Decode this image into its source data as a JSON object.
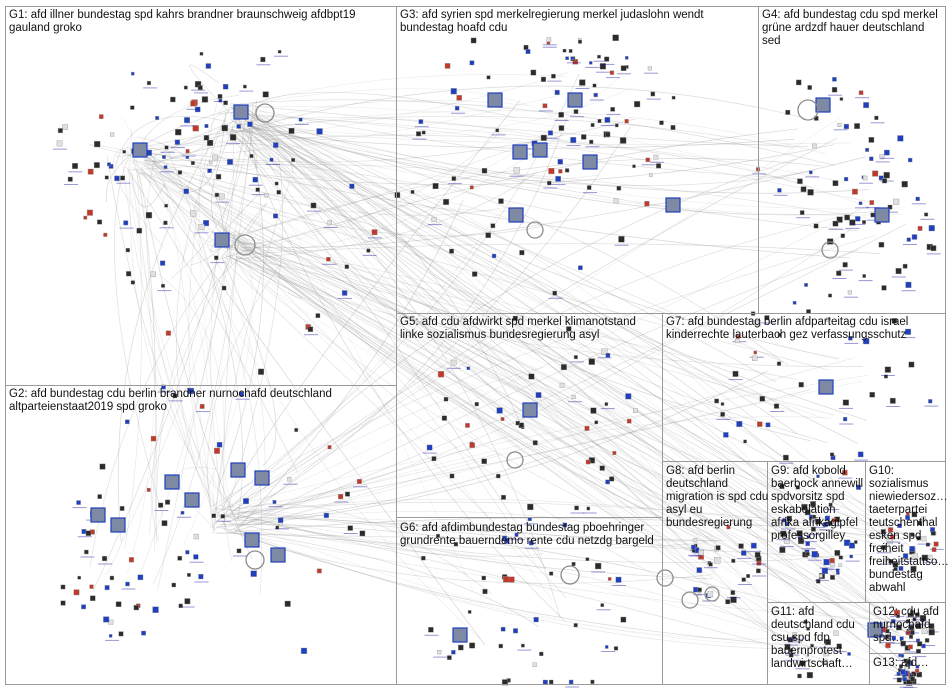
{
  "title": "",
  "groups": [
    {
      "id": "G1",
      "label": "G1: afd illner bundestag spd kahrs brandner braunschweig afdbpt19\ngauland groko"
    },
    {
      "id": "G2",
      "label": "G2: afd bundestag cdu berlin brandner nurnochafd deutschland\naltparteienstaat2019 spd groko"
    },
    {
      "id": "G3",
      "label": "G3: afd syrien spd merkelregierung merkel judaslohn wendt\nbundestag hoafd cdu"
    },
    {
      "id": "G4",
      "label": "G4: afd bundestag cdu spd merkel\ngrüne ardzdf hauer deutschland\nsed"
    },
    {
      "id": "G5",
      "label": "G5: afd cdu afdwirkt spd merkel klimanotstand\nlinke sozialismus bundesregierung asyl"
    },
    {
      "id": "G6",
      "label": "G6: afd afdimbundestag bundestag pboehringer\ngrundrente bauerndemo rente cdu netzdg bargeld"
    },
    {
      "id": "G7",
      "label": "G7: afd bundestag berlin afdparteitag cdu israel\nkinderrechte lauterbach gez verfassungsschutz"
    },
    {
      "id": "G8",
      "label": "G8: afd berlin\ndeutschland\nmigration is spd cdu\nasyl eu\nbundesregierung"
    },
    {
      "id": "G9",
      "label": "G9: afd kobold\nbaerbock annewill\nspdvorsitz spd\neskabolation\nafrika afrikagipfel\nprofessorgilley"
    },
    {
      "id": "G10",
      "label": "G10:\nsozialismus\nniewiedersoz…\ntaeterpartei\nteutschenthal\nesken spd\nfreiheit\nfreiheitstattso…\nbundestag\nabwahl"
    },
    {
      "id": "G11",
      "label": "G11: afd\ndeutschland cdu\ncsu spd fdp\nbauernprotest\nlandwirtschaft…"
    },
    {
      "id": "G12",
      "label": "G12: cdu afd\nnurnochafd\nspd…"
    },
    {
      "id": "G13",
      "label": "G13: afd…"
    }
  ],
  "colors": {
    "edge": "#8c8c8c",
    "border": "#9a9a9a",
    "node_dark": "#2b2b2b",
    "node_blue": "#1f3fbf",
    "node_red": "#c0392b",
    "label_text": "#1a1aa0"
  }
}
